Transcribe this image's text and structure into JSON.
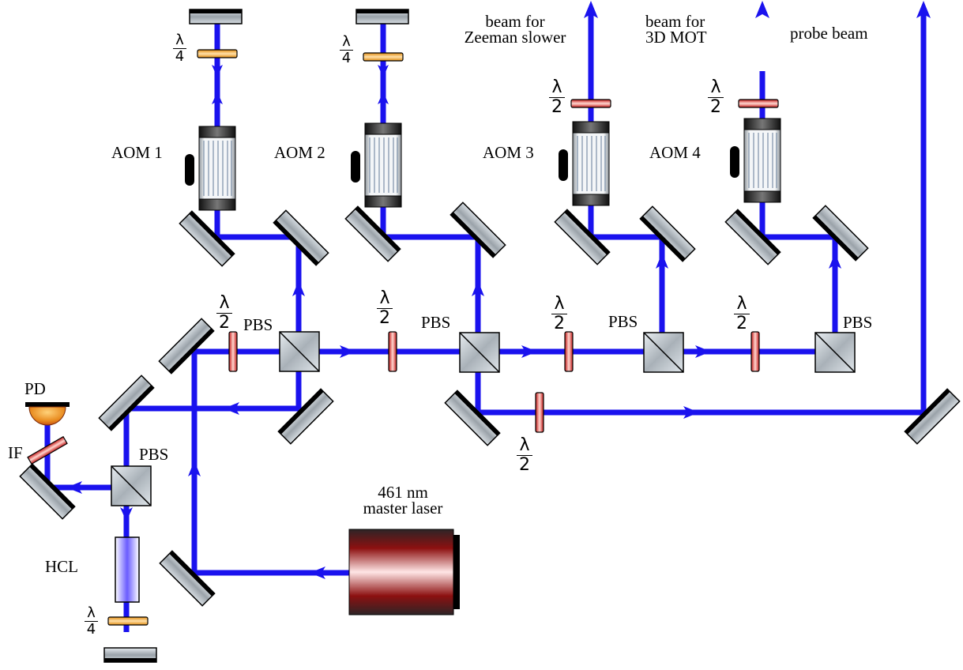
{
  "diagram": {
    "beam_color": "#1a12ee",
    "labels": {
      "aom1": "AOM 1",
      "aom2": "AOM 2",
      "aom3": "AOM 3",
      "aom4": "AOM 4",
      "pbs": "PBS",
      "pd": "PD",
      "if": "IF",
      "hcl": "HCL",
      "laser": "461 nm\nmaster laser",
      "beam_zeeman": "beam for\nZeeman slower",
      "beam_mot": "beam for\n3D MOT",
      "beam_probe": "probe beam"
    },
    "waveplates": {
      "half": {
        "numerator": "λ",
        "denominator": "2"
      },
      "quarter": {
        "numerator": "λ",
        "denominator": "4"
      }
    }
  }
}
